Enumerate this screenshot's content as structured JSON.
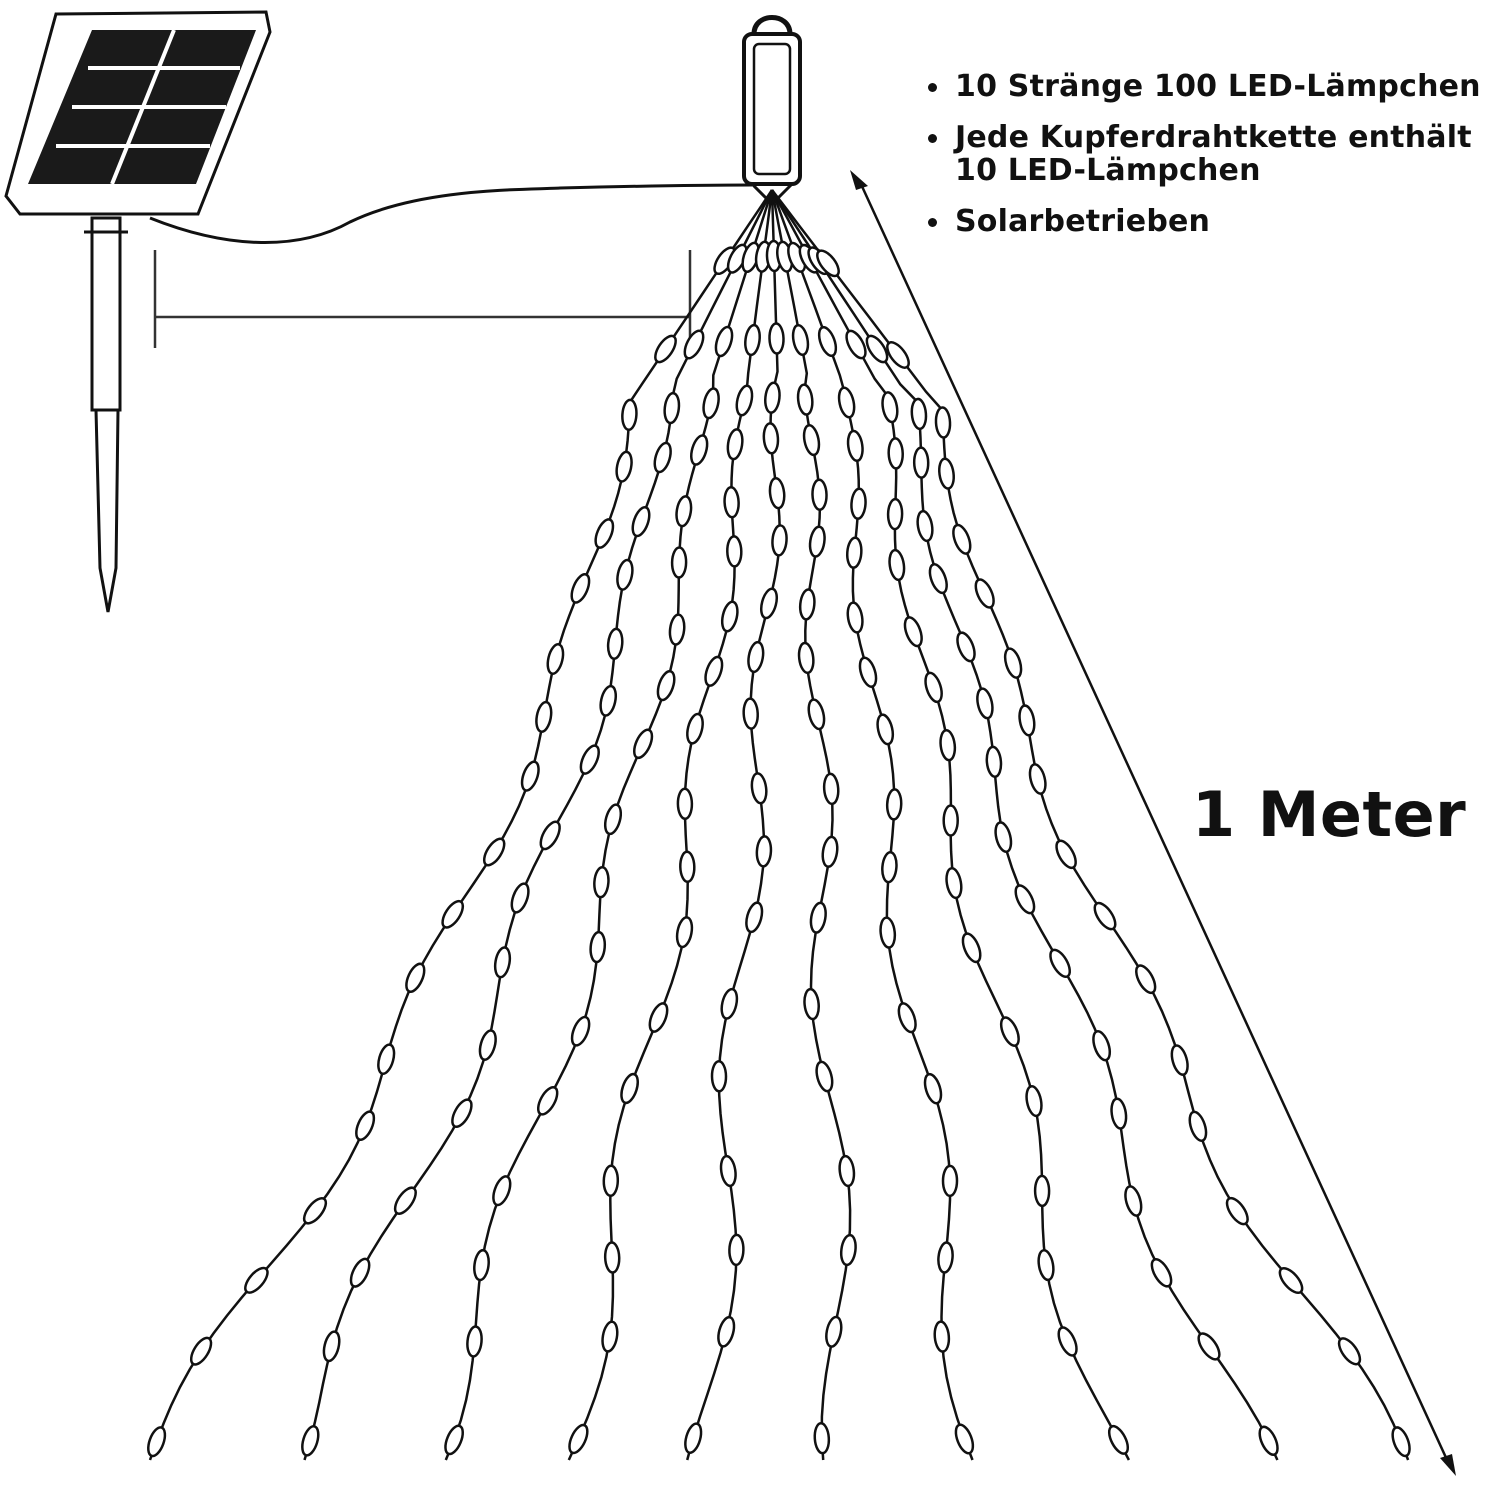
{
  "features": [
    {
      "text": "10 Stränge 100 LED-Lämpchen"
    },
    {
      "text": "Jede Kupferdrahtkette enthält\n10 LED-Lämpchen"
    },
    {
      "text": "Solarbetrieben"
    }
  ],
  "length_label": "1 Meter",
  "icons": {
    "solar_panel": "solar-panel-icon",
    "ground_stake": "ground-stake-icon",
    "hanging_hook": "hanging-hook-icon",
    "led_bulb": "led-bulb-icon"
  },
  "colors": {
    "line": "#111111",
    "panel_cell": "#1a1a1a",
    "background": "#ffffff"
  },
  "strands": {
    "count": 10,
    "leds_per_strand": 10
  }
}
